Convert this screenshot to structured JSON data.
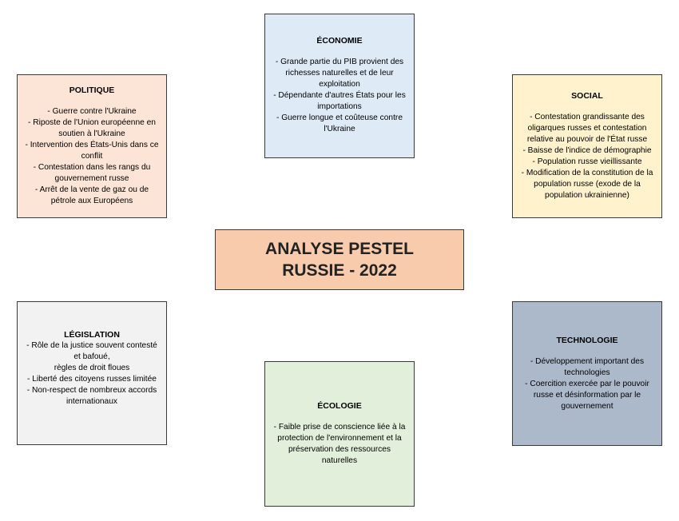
{
  "title": {
    "line1": "ANALYSE PESTEL",
    "line2": "RUSSIE - 2022"
  },
  "colors": {
    "politique": "#fce4d6",
    "economie": "#deebf7",
    "social": "#fff2cc",
    "legislation": "#f2f2f2",
    "ecologie": "#e2efda",
    "technologie": "#acb9ca",
    "center": "#f8cbad"
  },
  "politique": {
    "title": "POLITIQUE",
    "items": [
      "- Guerre contre l'Ukraine",
      "- Riposte de l'Union européenne en",
      "soutien à l'Ukraine",
      "- Intervention des États-Unis dans ce",
      "conflit",
      "- Contestation dans les rangs du",
      "gouvernement russe",
      "- Arrêt de la vente de gaz ou de",
      "pétrole aux Européens"
    ]
  },
  "economie": {
    "title": "ÉCONOMIE",
    "items": [
      "- Grande partie du PIB provient des",
      "richesses naturelles et de leur",
      "exploitation",
      "- Dépendante d'autres États pour les",
      "importations",
      "- Guerre longue et coûteuse contre",
      "l'Ukraine"
    ]
  },
  "social": {
    "title": "SOCIAL",
    "items": [
      "- Contestation grandissante des",
      "oligarques russes et contestation",
      "relative au pouvoir de l'État russe",
      "- Baisse de l'indice de démographie",
      "- Population russe vieillissante",
      "- Modification de la constitution de la",
      "population russe (exode de la",
      "population ukrainienne)"
    ]
  },
  "legislation": {
    "title": "LÉGISLATION",
    "items": [
      "- Rôle de la justice souvent contesté",
      "et bafoué,",
      "règles de droit floues",
      "- Liberté des citoyens russes limitée",
      "- Non-respect de nombreux accords",
      "internationaux"
    ]
  },
  "ecologie": {
    "title": "ÉCOLOGIE",
    "items": [
      "- Faible prise de conscience liée à la",
      "protection de l'environnement et la",
      "préservation des ressources",
      "naturelles"
    ]
  },
  "technologie": {
    "title": "TECHNOLOGIE",
    "items": [
      "- Développement important des",
      "technologies",
      "- Coercition exercée par le pouvoir",
      "russe et désinformation par le",
      "gouvernement"
    ]
  }
}
